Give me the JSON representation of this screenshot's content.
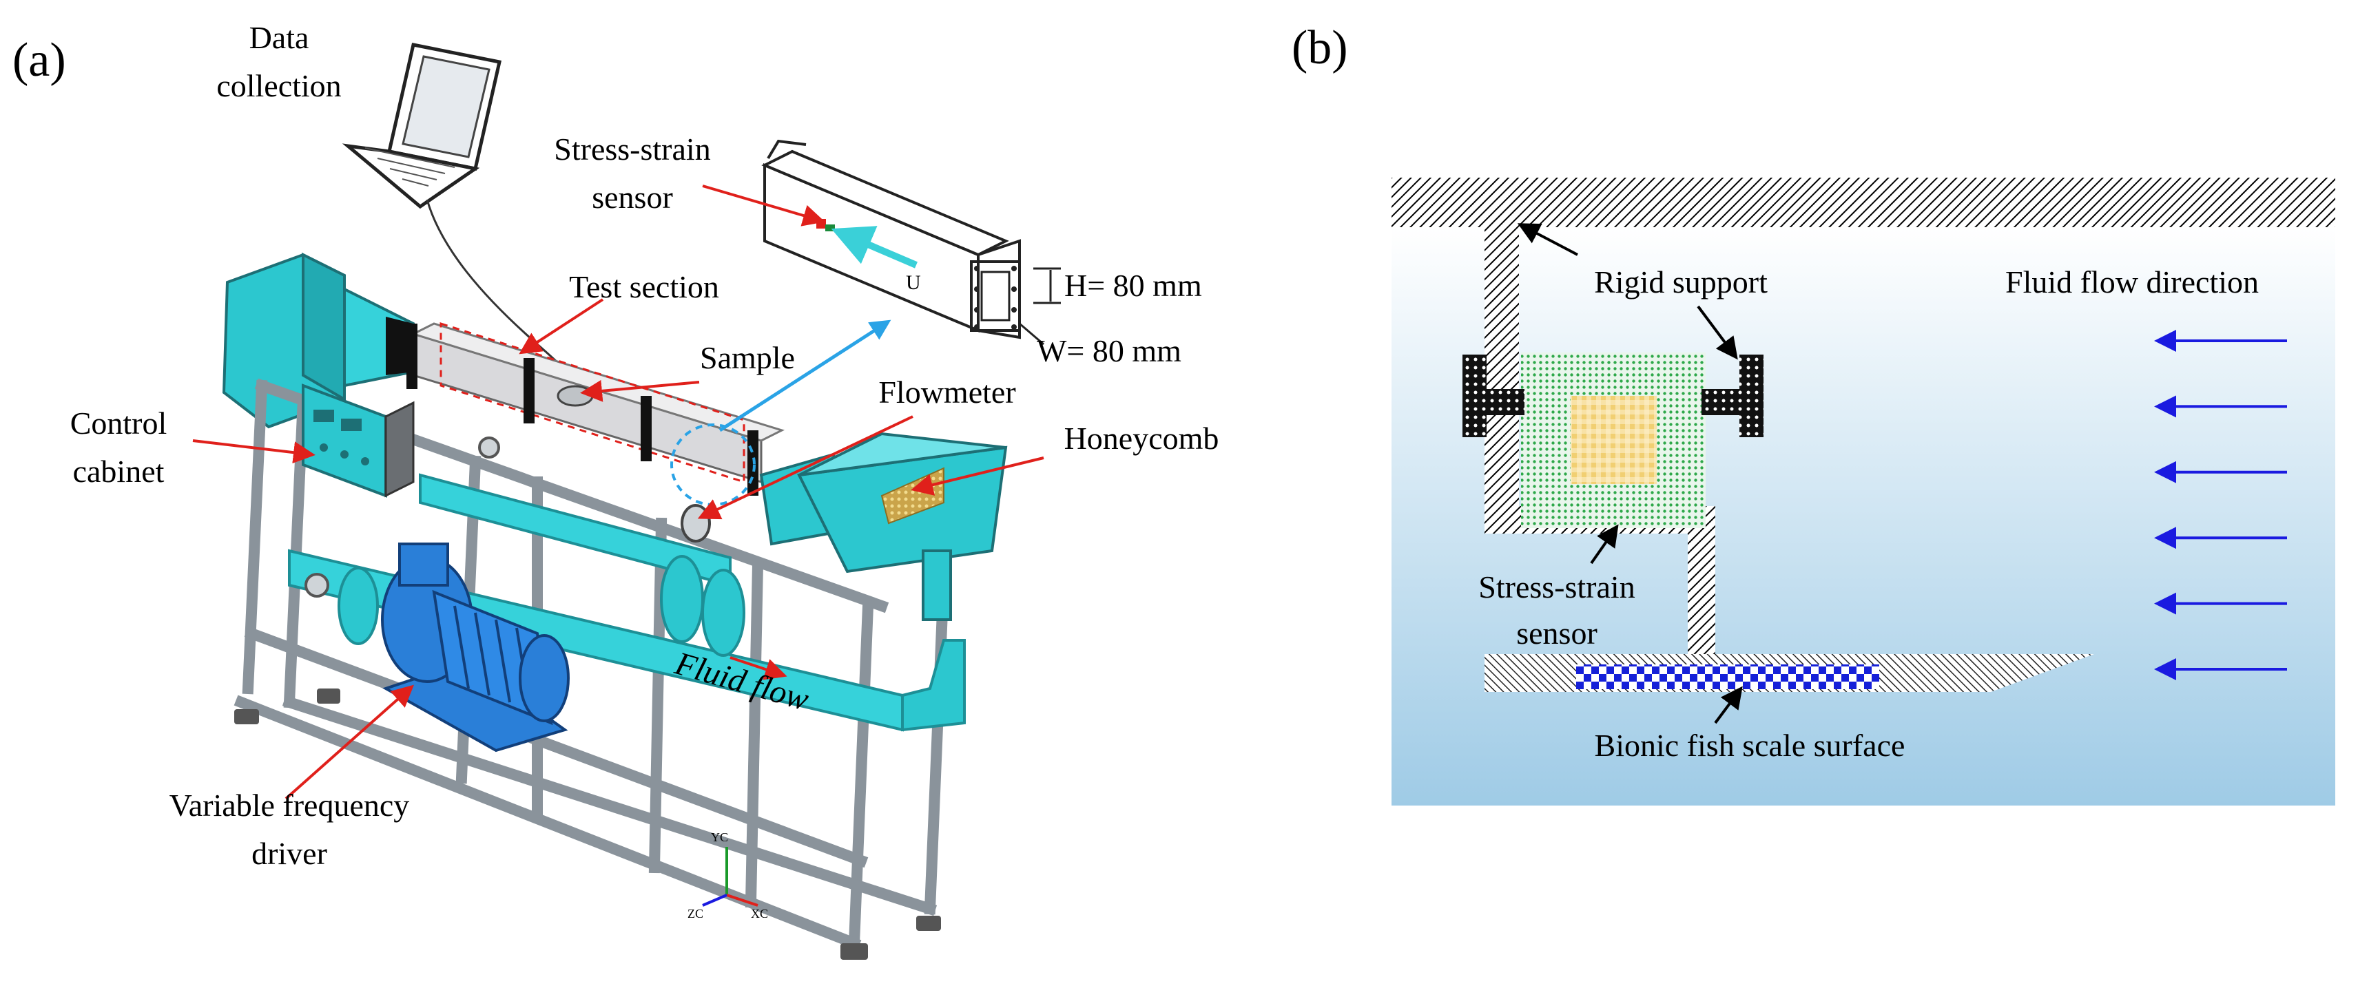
{
  "panel_a": {
    "panel_label": "(a)",
    "labels": {
      "data_collection": [
        "Data",
        "collection"
      ],
      "stress_strain_sensor": [
        "Stress-strain",
        "sensor"
      ],
      "test_section": "Test section",
      "sample": "Sample",
      "flowmeter": "Flowmeter",
      "honeycomb": "Honeycomb",
      "control_cabinet": [
        "Control",
        "cabinet"
      ],
      "fluid_flow": "Fluid flow",
      "variable_frequency_driver": [
        "Variable frequency",
        "driver"
      ],
      "height": "H= 80 mm",
      "width": "W= 80 mm",
      "velocity_symbol": "U",
      "axis_x": "XC",
      "axis_y": "YC",
      "axis_z": "ZC"
    },
    "colors": {
      "equipment": "#2cc7cf",
      "pump_motor": "#2a7fd8",
      "frame": "#9aa3ab",
      "leader_line": "#e0201b",
      "zoom_arrow": "#2aa3e6"
    }
  },
  "panel_b": {
    "panel_label": "(b)",
    "labels": {
      "rigid_support": "Rigid support",
      "fluid_flow_direction": "Fluid flow direction",
      "stress_strain_sensor": [
        "Stress-strain",
        "sensor"
      ],
      "bionic_surface": "Bionic fish scale surface"
    },
    "flow_arrow_count": 6,
    "colors": {
      "flow_arrows": "#1a1ae0",
      "sensor": "#2ea84a",
      "sample": "#f4d27a",
      "fish_scale": "#1520d8",
      "water_top": "#ffffff",
      "water_bottom": "#9fcbe6"
    }
  }
}
